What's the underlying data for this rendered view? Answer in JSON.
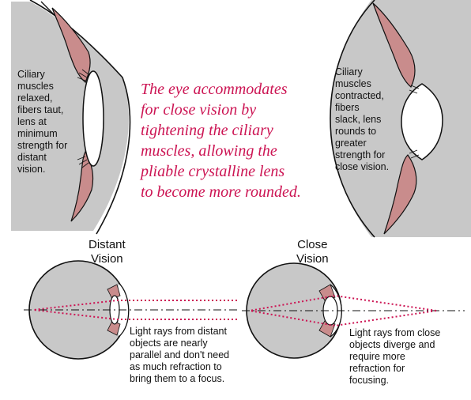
{
  "colors": {
    "eyeball": "#c8c8c8",
    "lens": "#ffffff",
    "ciliary_muscle": "#c98c8c",
    "headline": "#cc1453",
    "light_ray": "#cc1453",
    "outline": "#111111"
  },
  "labels": {
    "relaxed": "Ciliary\nmuscles\nrelaxed,\nfibers taut,\nlens at\nminimum\nstrength for\ndistant\nvision.",
    "contracted": "Ciliary\nmuscles\ncontracted,\nfibers\nslack, lens\nrounds to\ngreater\nstrength for\nclose vision."
  },
  "headline": "The eye accommodates\n for close vision by\ntightening the ciliary\nmuscles, allowing the\npliable crystalline lens\n to become more rounded.",
  "panels": {
    "distant": {
      "title": "Distant\nVision",
      "caption": "Light rays from distant\nobjects are nearly\nparallel and don't need\nas much refraction to\nbring them to a focus."
    },
    "close": {
      "title": "Close\nVision",
      "caption": "Light rays from close\nobjects diverge and\nrequire more\nrefraction for\nfocusing."
    }
  }
}
